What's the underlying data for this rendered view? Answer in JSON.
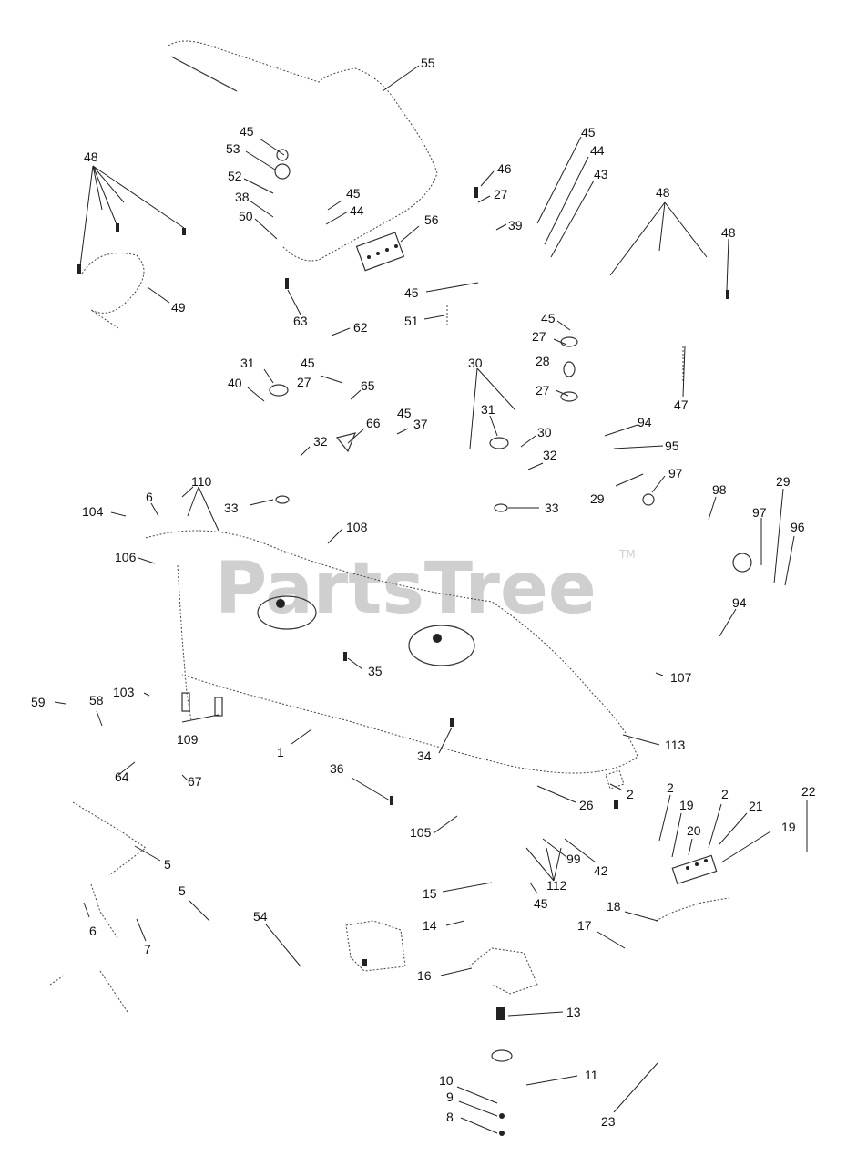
{
  "watermark": {
    "text": "PartsTree",
    "tm": "TM"
  },
  "callouts": [
    "55",
    "45",
    "53",
    "52",
    "38",
    "50",
    "45",
    "44",
    "48",
    "49",
    "63",
    "62",
    "56",
    "46",
    "27",
    "39",
    "45",
    "44",
    "43",
    "48",
    "48",
    "47",
    "45",
    "51",
    "45",
    "27",
    "28",
    "27",
    "31",
    "40",
    "45",
    "27",
    "65",
    "66",
    "45",
    "37",
    "32",
    "30",
    "31",
    "30",
    "32",
    "94",
    "95",
    "29",
    "97",
    "98",
    "29",
    "97",
    "96",
    "110",
    "6",
    "104",
    "33",
    "33",
    "108",
    "106",
    "94",
    "35",
    "107",
    "59",
    "58",
    "103",
    "109",
    "1",
    "34",
    "113",
    "64",
    "67",
    "36",
    "2",
    "2",
    "19",
    "2",
    "21",
    "22",
    "26",
    "105",
    "20",
    "19",
    "99",
    "42",
    "112",
    "45",
    "15",
    "5",
    "5",
    "6",
    "7",
    "54",
    "14",
    "18",
    "17",
    "16",
    "13",
    "11",
    "10",
    "9",
    "8",
    "23"
  ]
}
